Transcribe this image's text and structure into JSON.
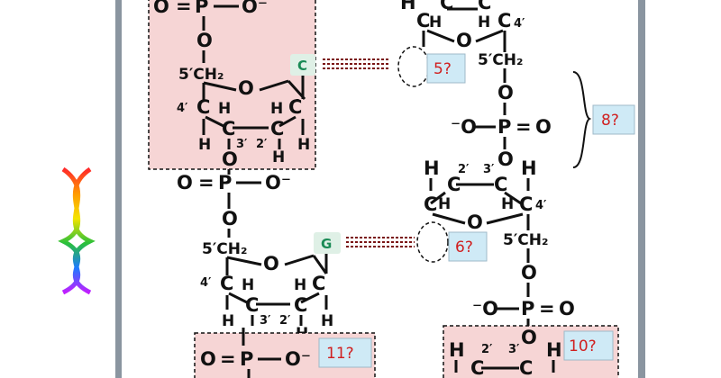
{
  "atoms": {
    "O": "O",
    "P": "P",
    "O_minus": "O⁻",
    "minus_O": "⁻O",
    "C": "C",
    "H": "H",
    "CH2_5": "5′CH₂",
    "p4": "4′",
    "p2": "2′",
    "p3": "3′",
    "C_prime4": "C 4′",
    "bond_single": "—",
    "bond_double": "="
  },
  "bases": {
    "upper": "C",
    "lower": "G"
  },
  "questions": {
    "q5": "5?",
    "q6": "6?",
    "q8": "8?",
    "q10": "10?",
    "q11": "11?"
  },
  "colors": {
    "box_fill": "#f6d5d5",
    "question_fill": "#cfeaf6",
    "question_text": "#d02020",
    "hbond": "#7a1414",
    "base_fill": "#dff0e6",
    "base_text": "#1a8a55",
    "frame": "#8a95a0"
  },
  "icons": {
    "dna": "dna-helix-icon"
  }
}
